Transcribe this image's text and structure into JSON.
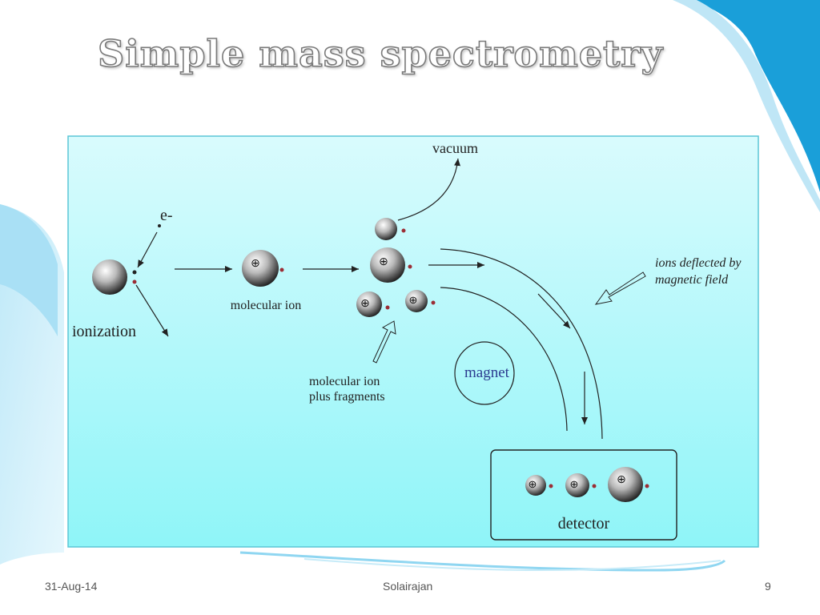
{
  "slide": {
    "title": "Simple mass spectrometry",
    "footer_date": "31-Aug-14",
    "footer_author": "Solairajan",
    "slide_number": "9"
  },
  "diagram": {
    "labels": {
      "electron": "e-",
      "ionization": "ionization",
      "molecular_ion": "molecular ion",
      "vacuum": "vacuum",
      "fragments_line1": "molecular ion",
      "fragments_line2": "plus fragments",
      "magnet": "magnet",
      "deflected_line1": "ions deflected by",
      "deflected_line2": "magnetic field",
      "detector": "detector"
    },
    "symbols": {
      "positive_charge": "⊕"
    },
    "colors": {
      "panel_top": "#d9fbfd",
      "panel_bottom": "#8ff5f8",
      "panel_border": "#5bc6d6",
      "accent_blue": "#1a9fd9",
      "magnet_text": "#2b3a8f",
      "electron_dot": "#9b2d35"
    }
  }
}
